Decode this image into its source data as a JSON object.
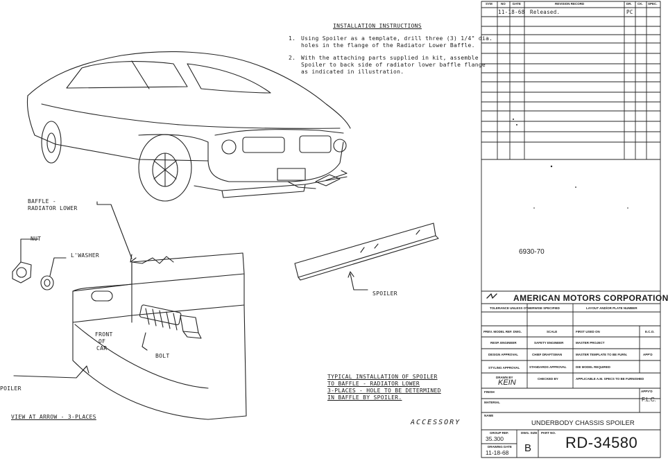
{
  "instructions": {
    "heading": "INSTALLATION INSTRUCTIONS",
    "step1_num": "1.",
    "step1_line1": "Using Spoiler as a template, drill three (3) 1/4\" dia.",
    "step1_line2": "holes in the flange of the Radiator Lower Baffle.",
    "step2_num": "2.",
    "step2_line1": "With the attaching parts supplied in kit, assemble",
    "step2_line2": "Spoiler to back side of radiator lower baffle flange",
    "step2_line3": "as indicated in illustration."
  },
  "labels": {
    "baffle_line1": "BAFFLE -",
    "baffle_line2": "RADIATOR LOWER",
    "nut": "NUT",
    "lwasher": "L'WASHER",
    "spoiler_right": "SPOILER",
    "front_of_car_1": "FRONT",
    "front_of_car_2": "OF",
    "front_of_car_3": "CAR",
    "bolt": "BOLT",
    "spoiler_left": "POILER",
    "view_at_arrow": "VIEW AT ARROW - 3-PLACES",
    "accessory": "ACCESSORY"
  },
  "caption": {
    "line1": "TYPICAL INSTALLATION OF SPOILER",
    "line2": "TO BAFFLE - RADIATOR LOWER",
    "line3": "3-PLACES - HOLE TO BE DETERMINED",
    "line4": "IN BAFFLE BY SPOILER."
  },
  "revision": {
    "col_sym": "SYM",
    "col_no": "NO",
    "col_date": "DATE",
    "col_record": "REVISION RECORD",
    "col_dr": "DR.",
    "col_ck": "CK.",
    "col_spec": "SPEC.",
    "row1_date": "11-18-68",
    "row1_record": "Released.",
    "row1_dr": "PC",
    "model": "6930-70"
  },
  "title_block": {
    "company": "AMERICAN MOTORS CORPORATION",
    "tolerance": "TOLERANCE UNLESS OTHERWISE SPECIFIED",
    "layout": "LAYOUT AND/OR PLATE NUMBER",
    "prev_model": "PREV. MODEL REF. DWG.",
    "scale": "SCALE",
    "first_used": "FIRST USED ON",
    "eco": "E.C.O.",
    "resp_eng": "RESP. ENGINEER",
    "safety_eng": "SAFETY ENGINEER",
    "master_project": "MASTER PROJECT",
    "design_approval": "DESIGN APPROVAL",
    "chief_draftsman": "CHIEF DRAFTSMAN",
    "master_template": "MASTER TEMPLATE TO BE FURN.",
    "appd": "APP'D",
    "styling": "STYLING APPROVAL",
    "standards": "STANDARDS APPROVAL",
    "die_model": "DIE MODEL REQUIRED",
    "drawn_by": "DRAWN BY",
    "drawn_sig": "KEIN",
    "checked_by": "CHECKED BY",
    "applicable": "APPLICABLE A.M. SPECS TO BE FURNISHED",
    "finish": "FINISH",
    "material": "MATERIAL",
    "appvd": "APPV'D",
    "appvd_val": "F.L.C.",
    "name_label": "NAME",
    "name_value": "UNDERBODY CHASSIS SPOILER",
    "group_ref": "GROUP REF.",
    "group_val": "35.300",
    "drawing_date": "DRAWING DATE",
    "date_val": "11-18-68",
    "dwg_size": "DWG. SIZE",
    "size_val": "B",
    "part_no": "PART NO.",
    "part_val": "RD-34580"
  }
}
